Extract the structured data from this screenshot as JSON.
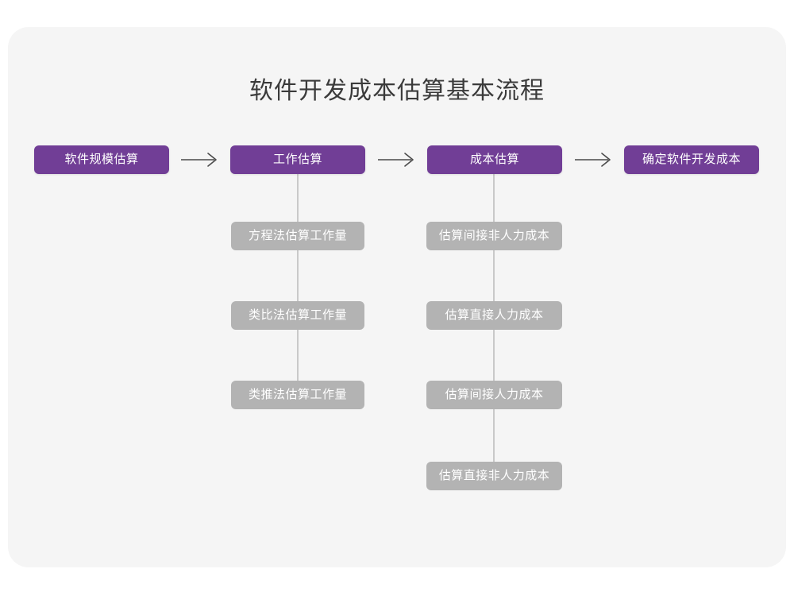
{
  "page": {
    "title": "软件开发成本估算基本流程",
    "background_color": "#ffffff",
    "card_color": "#f5f5f5",
    "accent_color": "#713e96",
    "sub_node_color": "#b3b3b3",
    "connector_color": "#c9c9c9",
    "title_color": "#3b3b3b"
  },
  "chart_data": {
    "type": "diagram",
    "title": "软件开发成本估算基本流程",
    "orientation": "left-to-right",
    "stages": [
      {
        "id": "stage-1",
        "label": "软件规模估算",
        "sub_steps": []
      },
      {
        "id": "stage-2",
        "label": "工作估算",
        "sub_steps": [
          "方程法估算工作量",
          "类比法估算工作量",
          "类推法估算工作量"
        ]
      },
      {
        "id": "stage-3",
        "label": "成本估算",
        "sub_steps": [
          "估算间接非人力成本",
          "估算直接人力成本",
          "估算间接人力成本",
          "估算直接非人力成本"
        ]
      },
      {
        "id": "stage-4",
        "label": "确定软件开发成本",
        "sub_steps": []
      }
    ],
    "connectors": [
      {
        "from": "stage-1",
        "to": "stage-2",
        "glyph": "arrow-right"
      },
      {
        "from": "stage-2",
        "to": "stage-3",
        "glyph": "arrow-right"
      },
      {
        "from": "stage-3",
        "to": "stage-4",
        "glyph": "arrow-right"
      }
    ]
  },
  "nodes": {
    "main": [
      {
        "label": "软件规模估算"
      },
      {
        "label": "工作估算"
      },
      {
        "label": "成本估算"
      },
      {
        "label": "确定软件开发成本"
      }
    ],
    "col2_subs": [
      {
        "label": "方程法估算工作量"
      },
      {
        "label": "类比法估算工作量"
      },
      {
        "label": "类推法估算工作量"
      }
    ],
    "col3_subs": [
      {
        "label": "估算间接非人力成本"
      },
      {
        "label": "估算直接人力成本"
      },
      {
        "label": "估算间接人力成本"
      },
      {
        "label": "估算直接非人力成本"
      }
    ]
  }
}
